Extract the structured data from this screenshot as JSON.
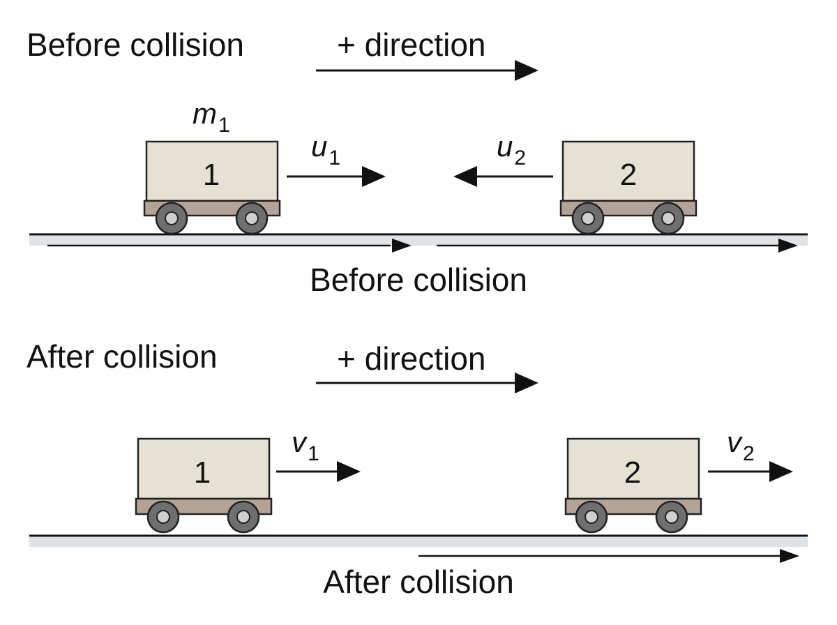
{
  "before": {
    "heading": "Before collision",
    "direction_label": "+ direction",
    "mass_label": "m",
    "mass_sub": "1",
    "cart1_number": "1",
    "cart2_number": "2",
    "u1_label": "u",
    "u1_sub": "1",
    "u2_label": "u",
    "u2_sub": "2",
    "caption": "Before collision"
  },
  "after": {
    "heading": "After collision",
    "direction_label": "+ direction",
    "cart1_number": "1",
    "cart2_number": "2",
    "v1_label": "v",
    "v1_sub": "1",
    "v2_label": "v",
    "v2_sub": "2",
    "caption": "After collision"
  },
  "colors": {
    "cart_body": "#e6e2d3",
    "cart_base": "#b5a396",
    "wheel": "#6f6f6f",
    "hub": "#cfcfcf",
    "track_line": "#111111",
    "track_band": "#dce4ea",
    "arrow": "#111111"
  }
}
